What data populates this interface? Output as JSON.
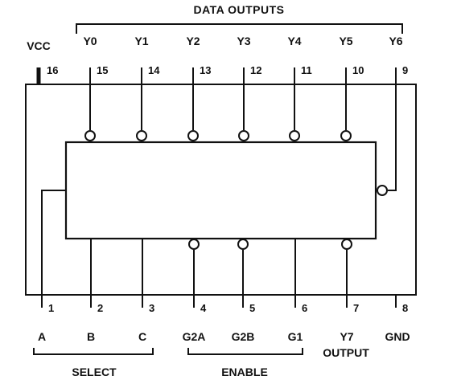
{
  "header": {
    "data_outputs": "DATA OUTPUTS"
  },
  "top_pins": [
    {
      "name": "VCC",
      "number": "16",
      "inverted": false
    },
    {
      "name": "Y0",
      "number": "15",
      "inverted": true
    },
    {
      "name": "Y1",
      "number": "14",
      "inverted": true
    },
    {
      "name": "Y2",
      "number": "13",
      "inverted": true
    },
    {
      "name": "Y3",
      "number": "12",
      "inverted": true
    },
    {
      "name": "Y4",
      "number": "11",
      "inverted": true
    },
    {
      "name": "Y5",
      "number": "10",
      "inverted": true
    },
    {
      "name": "Y6",
      "number": "9",
      "inverted": true
    }
  ],
  "bottom_pins": [
    {
      "name": "A",
      "number": "1",
      "inverted": false
    },
    {
      "name": "B",
      "number": "2",
      "inverted": false
    },
    {
      "name": "C",
      "number": "3",
      "inverted": false
    },
    {
      "name": "G2A",
      "number": "4",
      "inverted": true
    },
    {
      "name": "G2B",
      "number": "5",
      "inverted": true
    },
    {
      "name": "G1",
      "number": "6",
      "inverted": false
    },
    {
      "name": "Y7",
      "number": "7",
      "inverted": true
    },
    {
      "name": "GND",
      "number": "8",
      "inverted": false
    }
  ],
  "group_labels": {
    "select": "SELECT",
    "enable": "ENABLE",
    "output": "OUTPUT"
  }
}
